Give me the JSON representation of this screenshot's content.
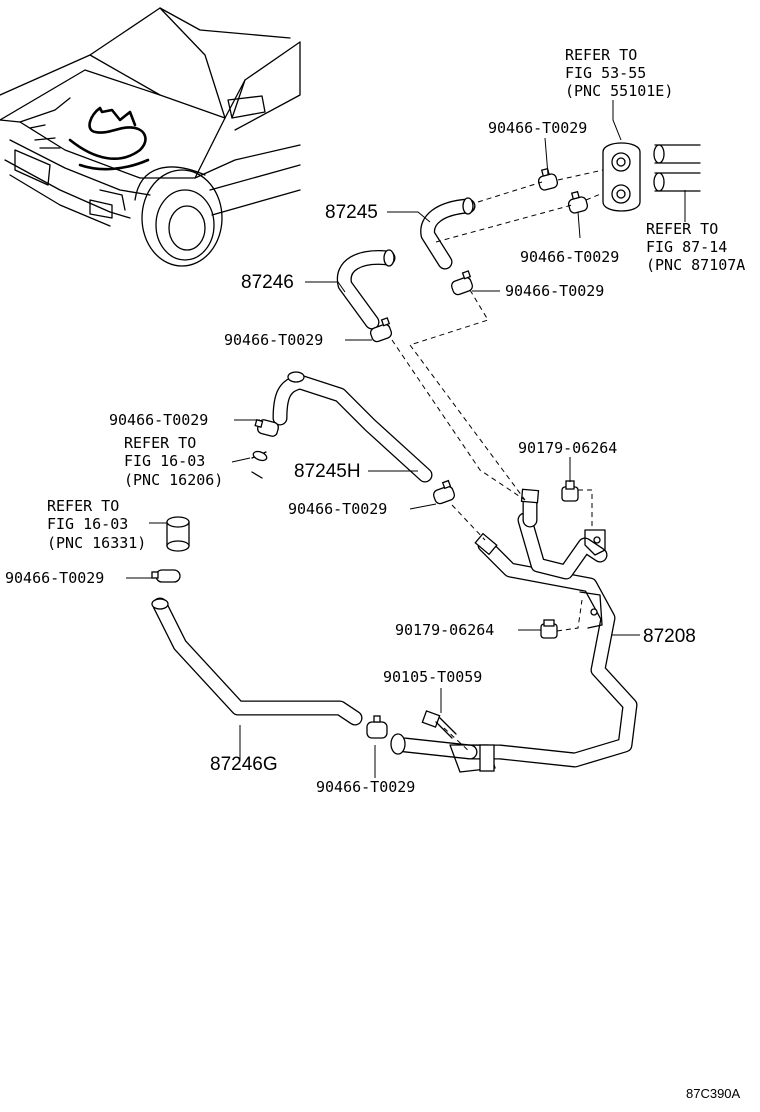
{
  "callouts": {
    "p87245": "87245",
    "p87246": "87246",
    "p87245h": "87245H",
    "p87246g": "87246G",
    "p87208": "87208",
    "clamp1": "90466-T0029",
    "clamp2": "90466-T0029",
    "clamp3": "90466-T0029",
    "clamp4": "90466-T0029",
    "clamp5": "90466-T0029",
    "clamp6": "90466-T0029",
    "clamp7": "90466-T0029",
    "clamp8": "90466-T0029",
    "nut1": "90179-06264",
    "nut2": "90179-06264",
    "bolt1": "90105-T0059"
  },
  "refs": {
    "fig5355": [
      "REFER TO",
      "FIG 53-55",
      "(PNC 55101E)"
    ],
    "fig8714": [
      "REFER TO",
      "FIG 87-14",
      "(PNC 87107A"
    ],
    "fig1603a": [
      "REFER TO",
      "FIG 16-03",
      "(PNC 16206)"
    ],
    "fig1603b": [
      "REFER TO",
      "FIG 16-03",
      "(PNC 16331)"
    ]
  },
  "diagram_code": "87C390A"
}
